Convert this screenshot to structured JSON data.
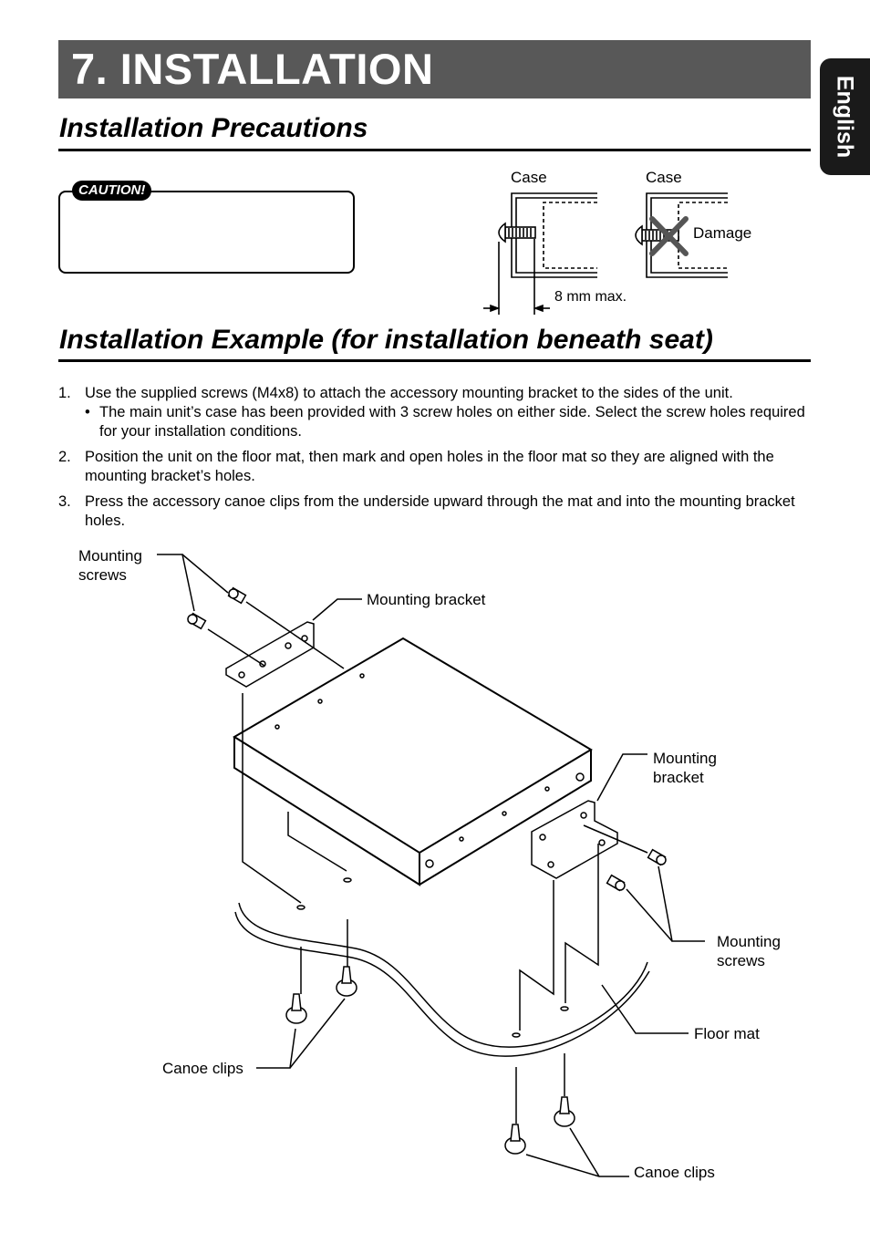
{
  "header": {
    "title": "7. INSTALLATION",
    "language_tab": "English"
  },
  "precautions": {
    "heading": "Installation Precautions",
    "caution_label": "CAUTION!",
    "figure": {
      "case_left": "Case",
      "case_right": "Case",
      "damage": "Damage",
      "max_depth": "8 mm max."
    }
  },
  "example": {
    "heading": "Installation Example (for installation beneath seat)",
    "steps": [
      {
        "num": "1.",
        "text": "Use the supplied screws (M4x8) to attach the accessory mounting bracket to the sides of the unit.",
        "sub": "The main unit’s case has been provided with 3 screw holes on either side. Select the screw holes required for your installation conditions."
      },
      {
        "num": "2.",
        "text": "Position the unit on the floor mat, then mark and open holes in the floor mat so they are aligned with the mounting bracket’s holes."
      },
      {
        "num": "3.",
        "text": "Press the accessory canoe clips from the underside upward through the mat and into the mounting bracket holes."
      }
    ],
    "diagram_labels": {
      "screws_top": "Mounting\nscrews",
      "bracket_top": "Mounting bracket",
      "bracket_right": "Mounting\nbracket",
      "screws_right": "Mounting\nscrews",
      "floor_mat": "Floor mat",
      "canoe_left": "Canoe clips",
      "canoe_bottom": "Canoe clips"
    }
  }
}
